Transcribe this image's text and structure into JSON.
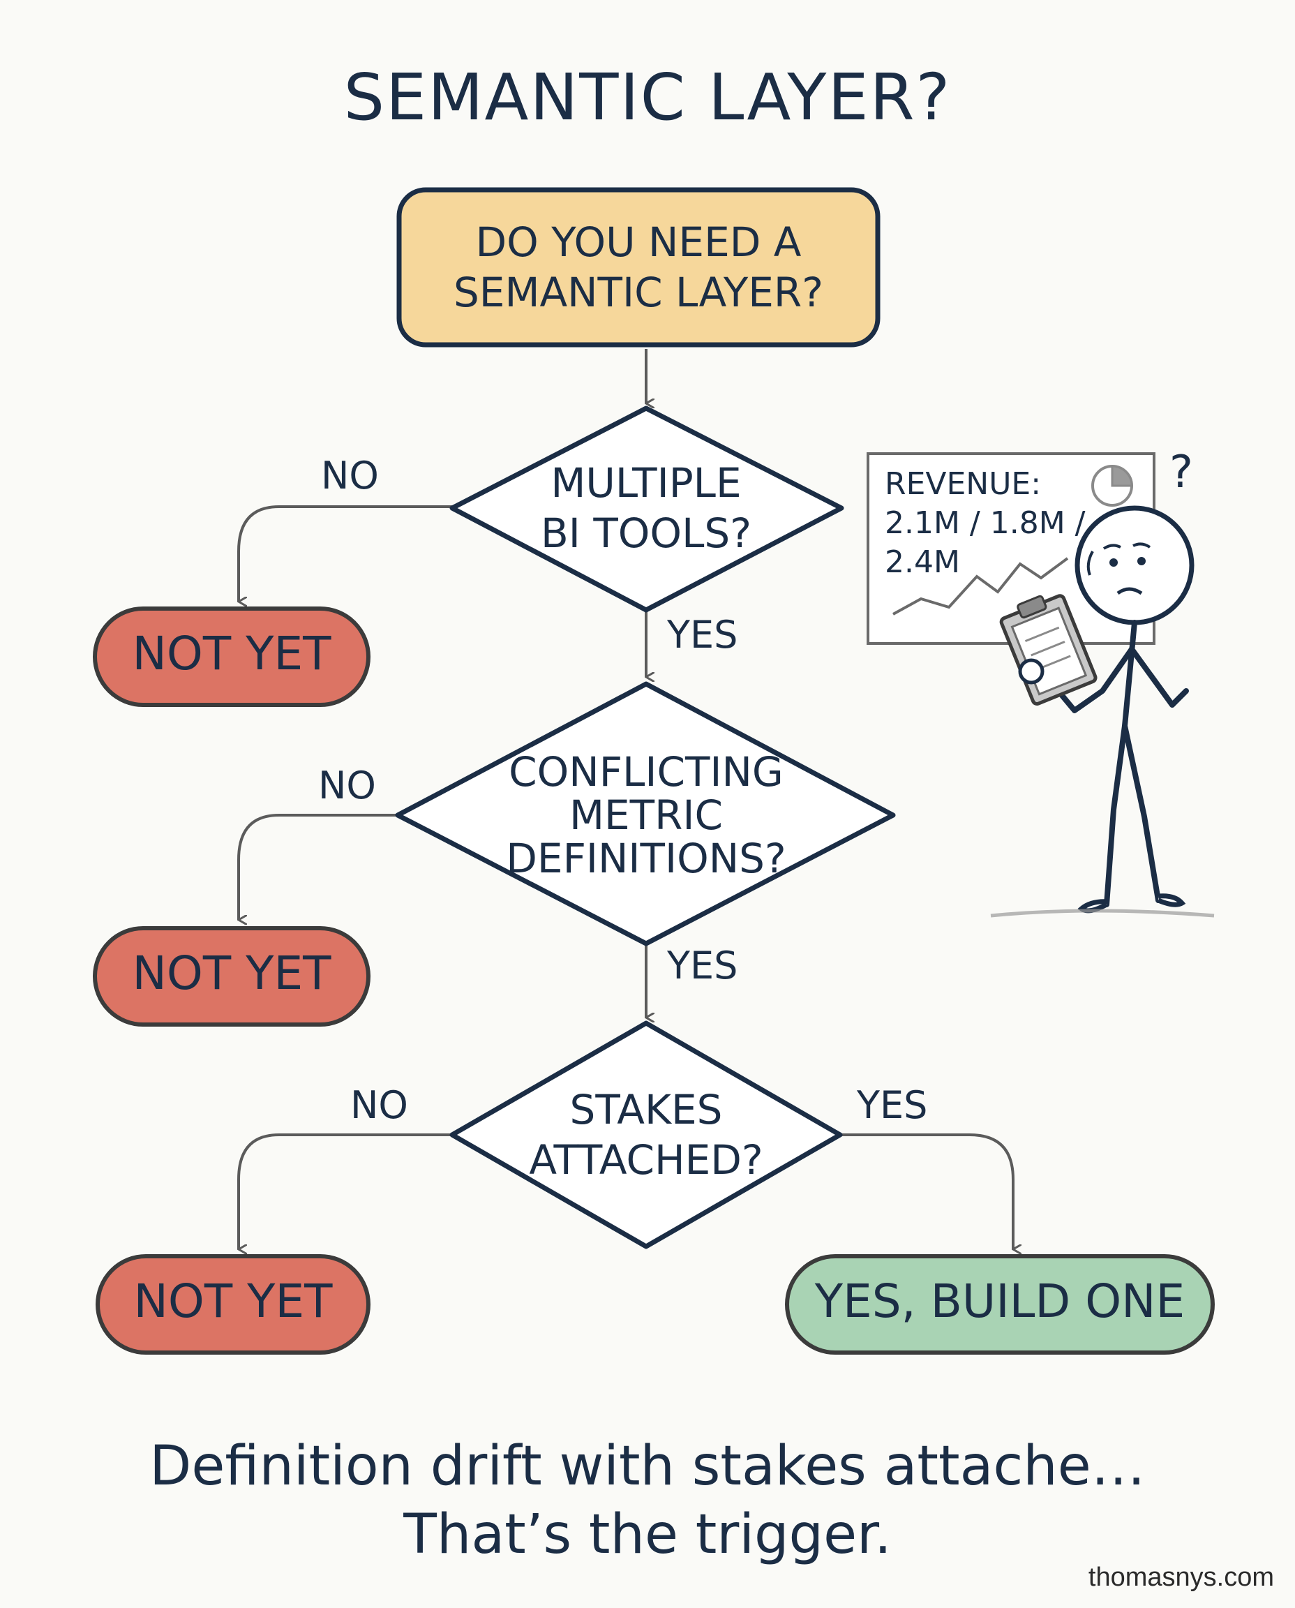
{
  "title": "SEMANTIC LAYER?",
  "start": {
    "line1": "DO YOU NEED A",
    "line2": "SEMANTIC LAYER?"
  },
  "decisions": [
    {
      "lines": [
        "MULTIPLE",
        "BI TOOLS?"
      ],
      "no_label": "NO",
      "yes_label": "YES"
    },
    {
      "lines": [
        "CONFLICTING",
        "METRIC",
        "DEFINITIONS?"
      ],
      "no_label": "NO",
      "yes_label": "YES"
    },
    {
      "lines": [
        "STAKES",
        "ATTACHED?"
      ],
      "no_label": "NO",
      "yes_label": "YES"
    }
  ],
  "outcomes": {
    "not_yet": "NOT YET",
    "build": "YES, BUILD ONE"
  },
  "illustration": {
    "chart_lines": [
      "REVENUE:",
      "2.1M / 1.8M /",
      "2.4M"
    ],
    "question_mark": "?"
  },
  "caption": {
    "line1": "Definition drift with stakes attache…",
    "line2": "That’s the trigger."
  },
  "footer": "thomasnys.com",
  "colors": {
    "ink": "#1b2d45",
    "start_fill": "#f6d79b",
    "not_yet_fill": "#dc7464",
    "build_fill": "#a9d3b4",
    "arrow": "#5b5b5b"
  }
}
